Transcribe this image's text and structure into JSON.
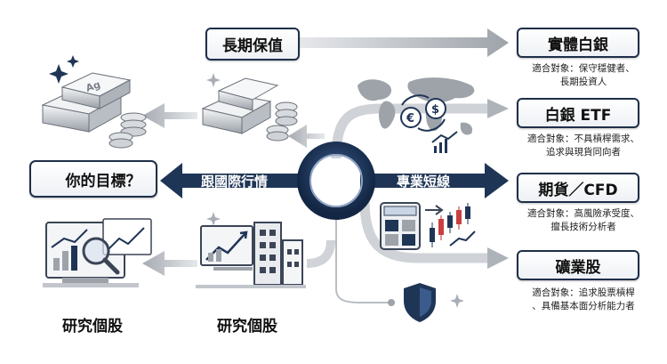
{
  "left": {
    "goal": "你的目標？",
    "international": "跟國際行情",
    "research_1": "研究個股",
    "research_2": "研究個股"
  },
  "center": {
    "long_term": "長期保值",
    "short_term": "專業短線"
  },
  "options": [
    {
      "title": "實體白銀",
      "desc": [
        "適合對象：保守穩健者、",
        "長期投資人"
      ]
    },
    {
      "title": "白銀 ETF",
      "desc": [
        "適合對象：不具槓桿需求、",
        "追求與現貨同向者"
      ]
    },
    {
      "title": "期貨／CFD",
      "desc": [
        "適合對象：高風險承受度、",
        "擅長技術分析者"
      ]
    },
    {
      "title": "礦業股",
      "desc": [
        "適合對象：追求股票槓桿",
        "、具備基本面分析能力者"
      ]
    }
  ],
  "icons": {
    "ingot_label": "Ag",
    "currency": [
      "€",
      "$"
    ]
  },
  "colors": {
    "navy": "#1f3556",
    "box_border": "#1f2f4a",
    "gray_arrow": "#c9ccd1"
  }
}
